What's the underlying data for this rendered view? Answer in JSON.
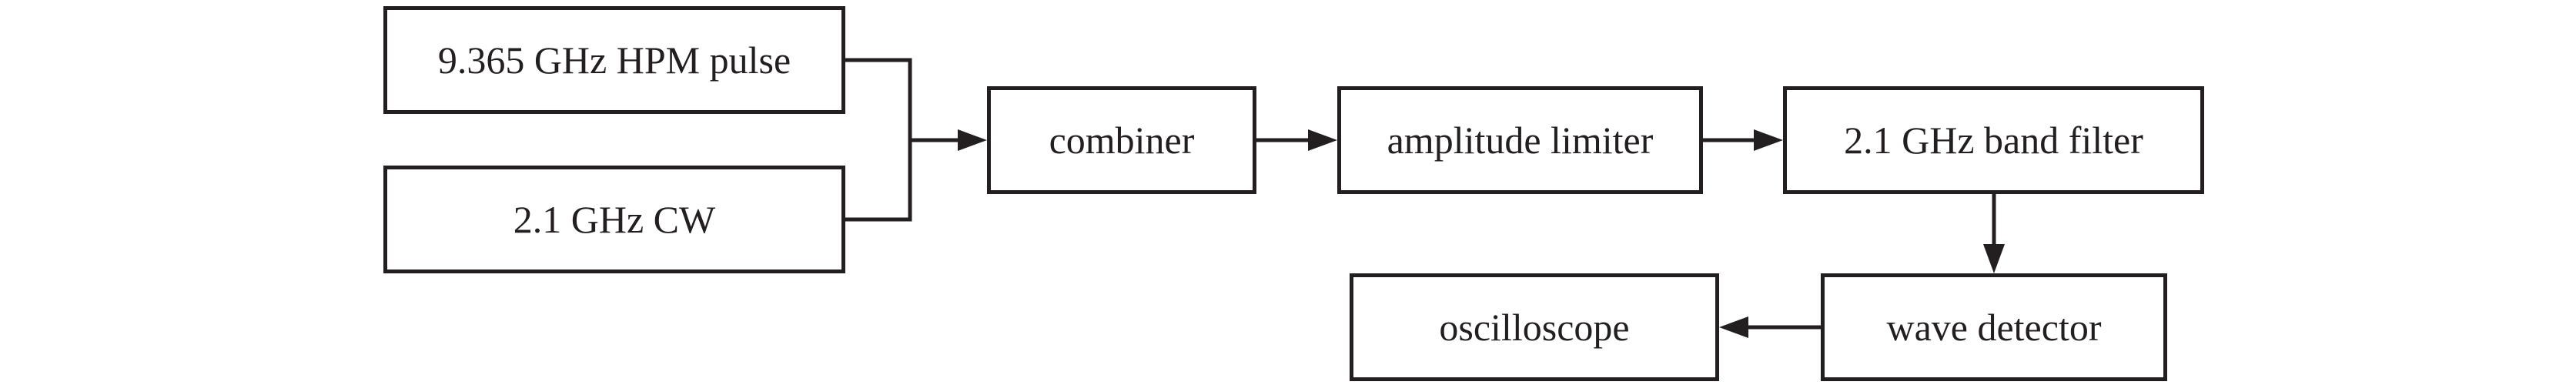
{
  "diagram": {
    "nodes": {
      "pulse": "9.365 GHz HPM pulse",
      "cw": "2.1 GHz CW",
      "combiner": "combiner",
      "limiter": "amplitude limiter",
      "band_filter": "2.1 GHz band filter",
      "detector": "wave detector",
      "oscilloscope": "oscilloscope"
    },
    "connections": [
      {
        "from": "pulse",
        "to": "combiner"
      },
      {
        "from": "cw",
        "to": "combiner"
      },
      {
        "from": "combiner",
        "to": "limiter"
      },
      {
        "from": "limiter",
        "to": "band_filter"
      },
      {
        "from": "band_filter",
        "to": "detector"
      },
      {
        "from": "detector",
        "to": "oscilloscope"
      }
    ],
    "colors": {
      "stroke": "#231f20",
      "background": "#ffffff"
    }
  }
}
